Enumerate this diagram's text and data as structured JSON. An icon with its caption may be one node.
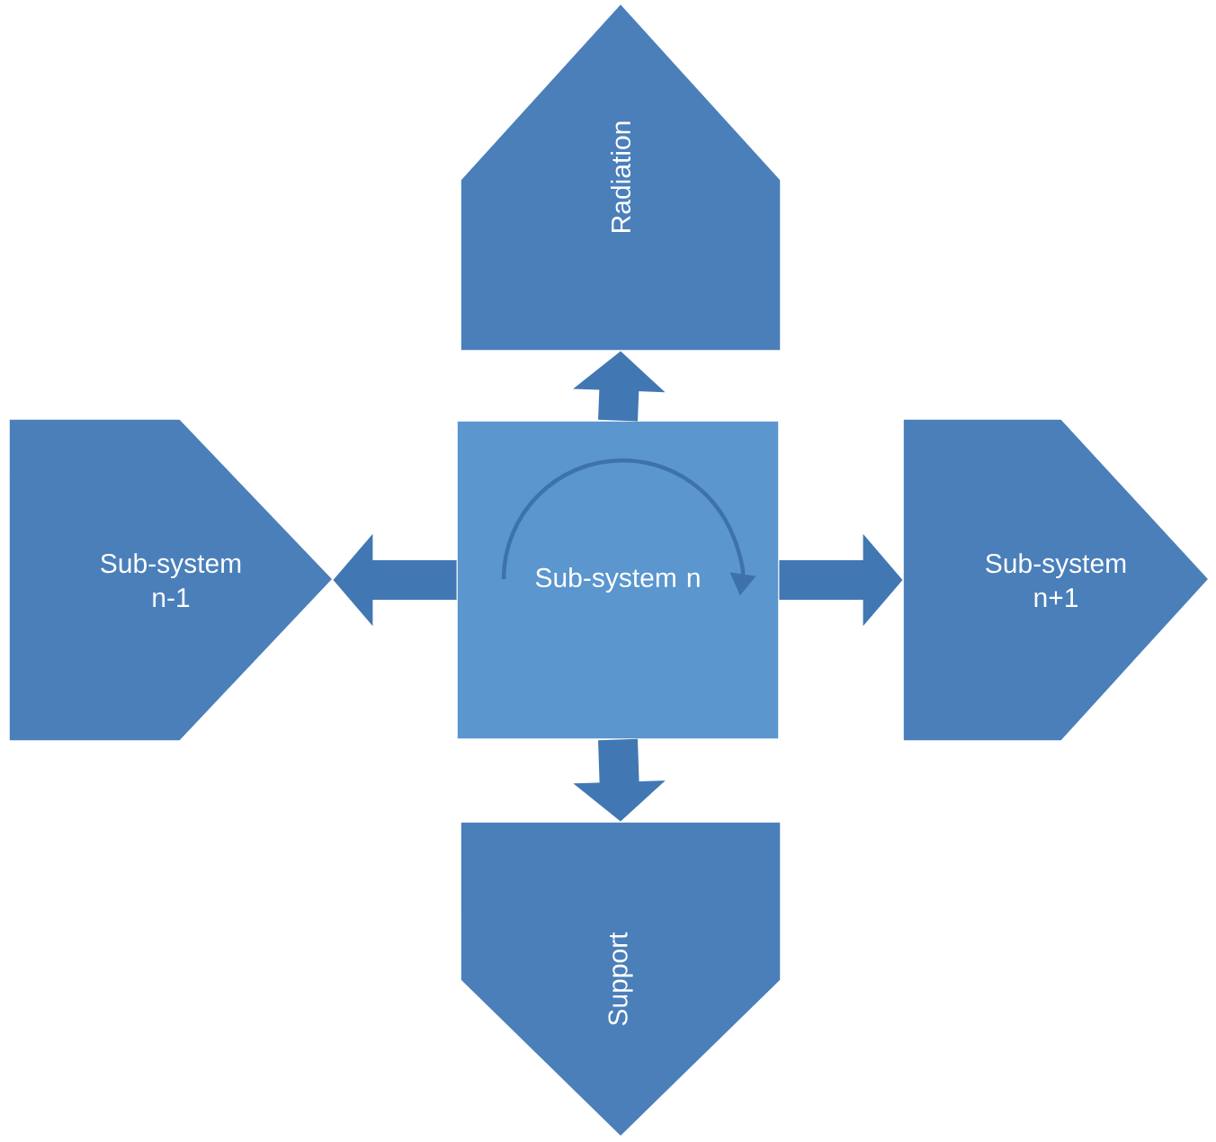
{
  "diagram": {
    "nodes": [
      {
        "text": [
          "Sub-system n"
        ]
      },
      {
        "text": [
          "Radiation"
        ]
      },
      {
        "text": [
          "Sub-system n-1"
        ]
      },
      {
        "text": [
          "Sub-system n+1"
        ]
      },
      {
        "text": [
          "Support"
        ]
      }
    ],
    "edges": [
      {
        "from": 0,
        "to": 1,
        "arrow": "to"
      },
      {
        "from": 0,
        "to": 2,
        "arrow": "to"
      },
      {
        "from": 0,
        "to": 3,
        "arrow": "to"
      },
      {
        "from": 0,
        "to": 4,
        "arrow": "to"
      }
    ]
  }
}
